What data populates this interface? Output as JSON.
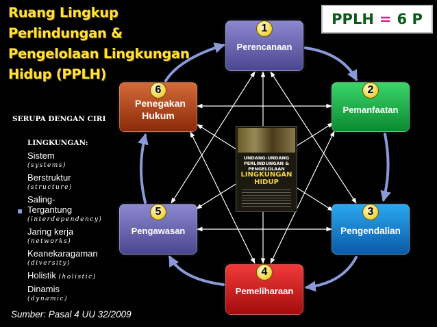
{
  "title": [
    "Ruang Lingkup",
    "Perlindungan &",
    "Pengelolaan Lingkungan",
    "Hidup (PPLH)"
  ],
  "badge": {
    "left": "PPLH",
    "eq": "=",
    "right": "6 P"
  },
  "nodes": [
    {
      "num": "1",
      "label": "Perencanaan"
    },
    {
      "num": "2",
      "label": "Pemanfaatan"
    },
    {
      "num": "3",
      "label": "Pengendalian"
    },
    {
      "num": "4",
      "label": "Pemeliharaan"
    },
    {
      "num": "5",
      "label": "Pengawasan"
    },
    {
      "num": "6",
      "label": "Penegakan Hukum"
    }
  ],
  "book": {
    "title_small": "UNDANG-UNDANG PERLINDUNGAN & PENGELOLAAN",
    "title_big": "LINGKUNGAN HIDUP"
  },
  "heading": "Serupa dengan ciri",
  "subheading": "lingkungan:",
  "items": [
    {
      "main": "Sistem",
      "sub": "(systems)"
    },
    {
      "main": "Berstruktur",
      "sub": "(structure)"
    },
    {
      "main": "Saling-Tergantung",
      "sub": "(interdependency)"
    },
    {
      "main": "Jaring kerja",
      "sub": "(networks)"
    },
    {
      "main": "Keanekaragaman",
      "sub": "(diversity)"
    },
    {
      "main": "Holistik",
      "sub": "(holistic)"
    },
    {
      "main": "Dinamis",
      "sub": "(dynamic)"
    }
  ],
  "source": "Sumber: Pasal 4 UU 32/2009",
  "colors": {
    "title": "#ffe23a",
    "node1": "#6a66b0",
    "node2": "#1aa84a",
    "node3": "#1a80d0",
    "node4": "#d01a1a",
    "node5": "#6a66b0",
    "node6": "#b04a1a",
    "cycle_arrow": "#8a9ad8",
    "star_lines": "#ffffff"
  }
}
